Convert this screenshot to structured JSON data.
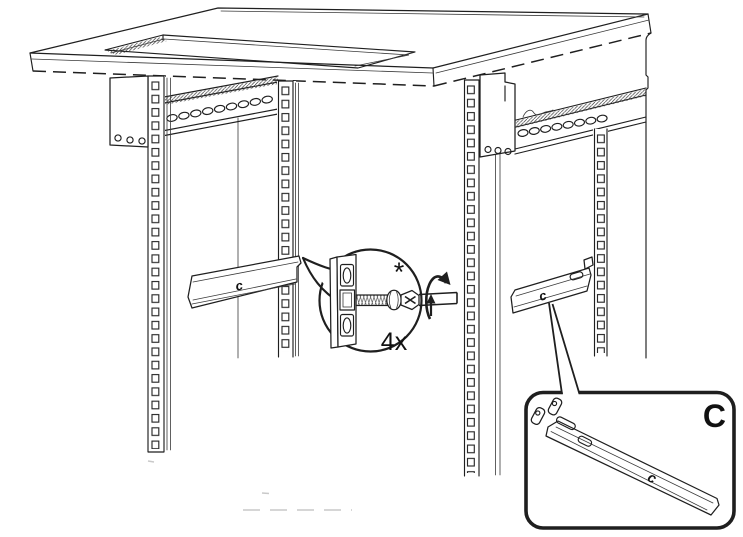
{
  "figure": {
    "type": "rack-bracket-installation-diagram",
    "background_color": "#ffffff",
    "line_color": "#1f1f1f",
    "callout": {
      "quantity": "4x",
      "footnote_marker": "*",
      "content": "screw-driven-by-screwdriver-with-clockwise-rotation-arrow"
    },
    "parts": {
      "left_bracket_label": "c",
      "right_bracket_label": "c"
    },
    "inset": {
      "title": "C",
      "part_label": "c"
    }
  }
}
